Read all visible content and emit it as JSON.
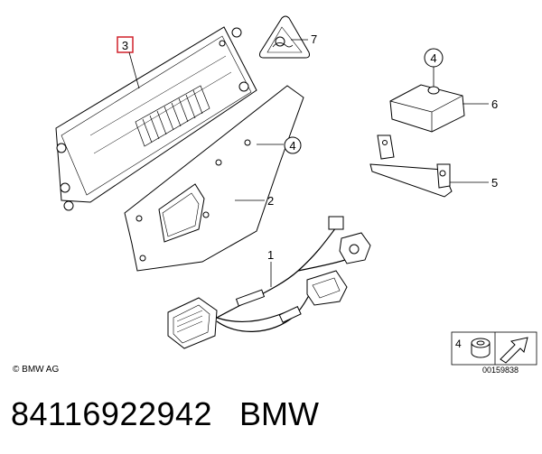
{
  "callouts": {
    "c1": "1",
    "c2": "2",
    "c3": "3",
    "c4a": "4",
    "c4b": "4",
    "c5": "5",
    "c6": "6",
    "c7": "7",
    "legend4": "4"
  },
  "copyright": "© BMW AG",
  "image_number": "00159838",
  "caption": {
    "part_number": "84116922942",
    "brand": "BMW"
  },
  "colors": {
    "line": "#000000",
    "highlight_box": "#d0202a",
    "fill": "#ffffff",
    "shade": "#e6e6e6"
  }
}
